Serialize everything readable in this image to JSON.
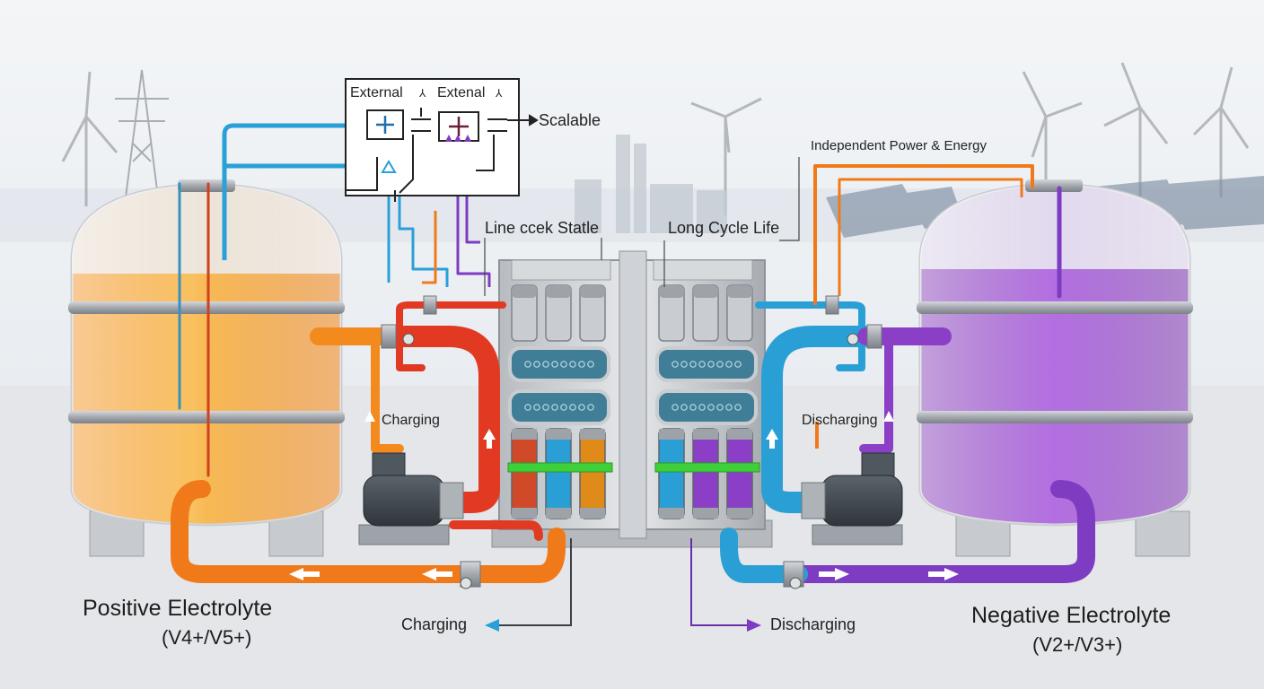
{
  "control_box": {
    "label_left": "External",
    "label_right": "Extenal",
    "output_label": "Scalable"
  },
  "callouts": {
    "stack_left": "Line ccek Statle",
    "stack_right": "Long Cycle Life",
    "power_energy": "Independent Power & Energy",
    "charging_side": "Charging",
    "discharging_side": "Discharging"
  },
  "flows": {
    "charging_bottom": "Charging",
    "discharging_bottom": "Discharging"
  },
  "tanks": {
    "positive_title": "Positive Electrolyte",
    "positive_formula": "(V4+/V5+)",
    "negative_title": "Negative Electrolyte",
    "negative_formula": "(V2+/V3+)"
  },
  "colors": {
    "positive_electrolyte": "#f39a1c",
    "negative_electrolyte": "#9a3fc8",
    "hot_pipe": "#e23a22",
    "cold_pipe": "#2a9fd6",
    "orange_pipe": "#f07a1a",
    "purple_pipe": "#7e3cc2",
    "steel": "#a9adb3"
  }
}
